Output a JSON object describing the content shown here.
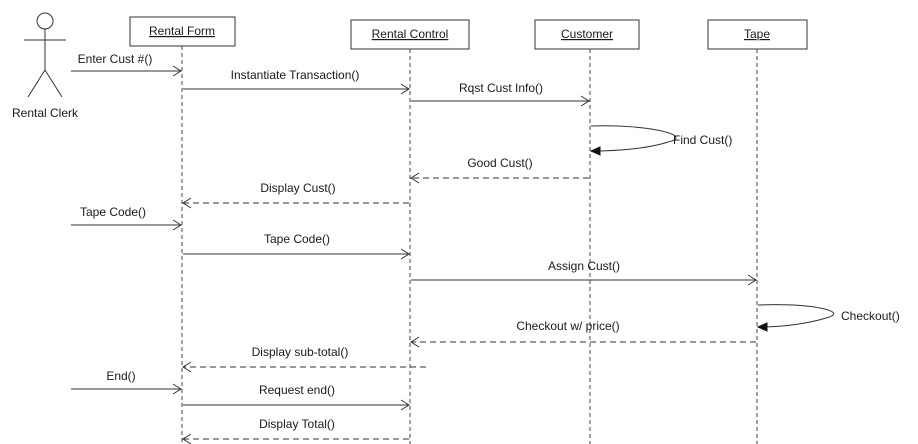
{
  "actor": {
    "name": "Rental Clerk"
  },
  "objects": [
    {
      "id": "rental_form",
      "name": "Rental Form"
    },
    {
      "id": "rental_control",
      "name": "Rental Control"
    },
    {
      "id": "customer",
      "name": "Customer"
    },
    {
      "id": "tape",
      "name": "Tape"
    }
  ],
  "messages": [
    {
      "label": "Enter Cust #()",
      "from": "actor",
      "to": "rental_form",
      "kind": "sync"
    },
    {
      "label": "Instantiate Transaction()",
      "from": "rental_form",
      "to": "rental_control",
      "kind": "sync"
    },
    {
      "label": "Rqst Cust Info()",
      "from": "rental_control",
      "to": "customer",
      "kind": "sync"
    },
    {
      "label": "Find Cust()",
      "from": "customer",
      "to": "customer",
      "kind": "self"
    },
    {
      "label": "Good Cust()",
      "from": "customer",
      "to": "rental_control",
      "kind": "return"
    },
    {
      "label": "Display Cust()",
      "from": "rental_control",
      "to": "rental_form",
      "kind": "return"
    },
    {
      "label": "Tape Code()",
      "from": "actor",
      "to": "rental_form",
      "kind": "sync"
    },
    {
      "label": "Tape Code()",
      "from": "rental_form",
      "to": "rental_control",
      "kind": "sync"
    },
    {
      "label": "Assign Cust()",
      "from": "rental_control",
      "to": "tape",
      "kind": "sync"
    },
    {
      "label": "Checkout()",
      "from": "tape",
      "to": "tape",
      "kind": "self"
    },
    {
      "label": "Checkout w/ price()",
      "from": "tape",
      "to": "rental_control",
      "kind": "return"
    },
    {
      "label": "Display sub-total()",
      "from": "rental_control",
      "to": "rental_form",
      "kind": "return"
    },
    {
      "label": "End()",
      "from": "actor",
      "to": "rental_form",
      "kind": "sync"
    },
    {
      "label": "Request end()",
      "from": "rental_form",
      "to": "rental_control",
      "kind": "sync"
    },
    {
      "label": "Display Total()",
      "from": "rental_control",
      "to": "rental_form",
      "kind": "return"
    }
  ]
}
